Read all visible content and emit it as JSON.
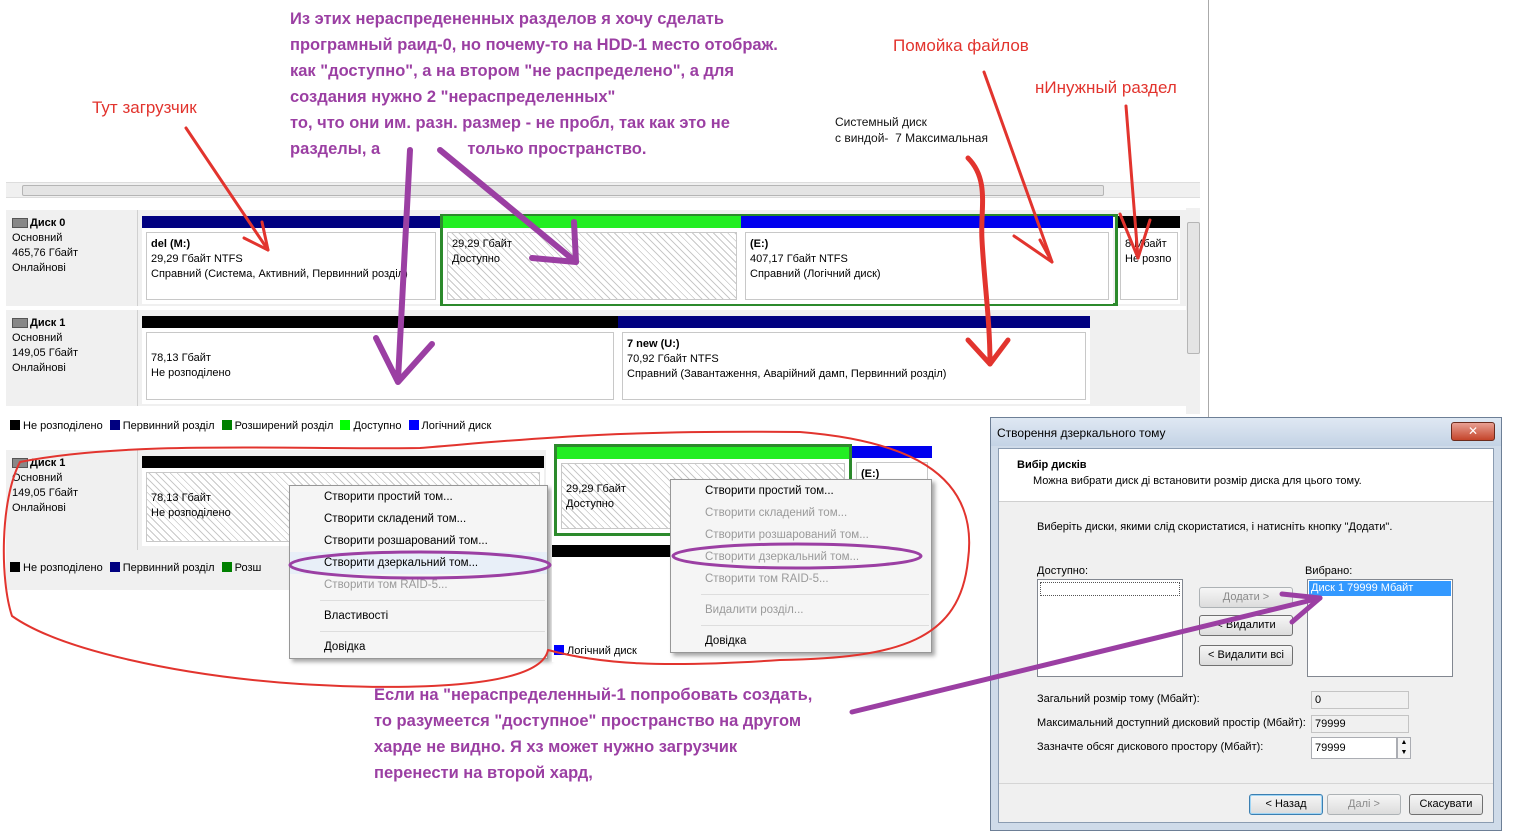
{
  "main": {
    "disk0": {
      "name": "Диск 0",
      "type": "Основний",
      "size": "465,76 Гбайт",
      "status": "Онлайнові"
    },
    "disk1": {
      "name": "Диск 1",
      "type": "Основний",
      "size": "149,05 Гбайт",
      "status": "Онлайнові"
    },
    "d0p1": {
      "title": "del  (M:)",
      "line2": "29,29 Гбайт NTFS",
      "line3": "Справний (Система, Активний, Первинний розділ)"
    },
    "d0p2": {
      "line1": "29,29 Гбайт",
      "line2": "Доступно"
    },
    "d0p3": {
      "title": "(E:)",
      "line2": "407,17 Гбайт NTFS",
      "line3": "Справний (Логічний диск)"
    },
    "d0p4": {
      "line1": "8 Мбайт",
      "line2": "Не розпо"
    },
    "d1p1": {
      "line1": "78,13 Гбайт",
      "line2": "Не розподілено"
    },
    "d1p2": {
      "title": "7 new  (U:)",
      "line2": "70,92 Гбайт NTFS",
      "line3": "Справний (Завантаження, Аварійний дамп, Первинний розділ)"
    },
    "legend": [
      "Не розподілено",
      "Первинний розділ",
      "Розширений розділ",
      "Доступно",
      "Логічний диск"
    ]
  },
  "crop2": {
    "disk1": {
      "name": "Диск 1",
      "type": "Основний",
      "size": "149,05 Гбайт",
      "status": "Онлайнові"
    },
    "p1": {
      "line1": "78,13 Гбайт",
      "line2": "Не розподілено"
    },
    "legend": [
      "Не розподілено",
      "Первинний розділ",
      "Розш"
    ],
    "menu": [
      {
        "label": "Створити простий том...",
        "enabled": true
      },
      {
        "label": "Створити складений том...",
        "enabled": true
      },
      {
        "label": "Створити розшарований том...",
        "enabled": true
      },
      {
        "label": "Створити дзеркальний том...",
        "enabled": true
      },
      {
        "label": "Створити том RAID-5...",
        "enabled": false
      },
      {
        "label": "Властивості",
        "enabled": true
      },
      {
        "label": "Довідка",
        "enabled": true
      }
    ]
  },
  "crop3": {
    "p1": {
      "line1": "29,29 Гбайт",
      "line2": "Доступно"
    },
    "p2": {
      "title": "(E:)"
    },
    "legend_tail": "Логічний диск",
    "menu": [
      {
        "label": "Створити простий том...",
        "enabled": true
      },
      {
        "label": "Створити складений том...",
        "enabled": false
      },
      {
        "label": "Створити розшарований том...",
        "enabled": false
      },
      {
        "label": "Створити дзеркальний том...",
        "enabled": false
      },
      {
        "label": "Створити том RAID-5...",
        "enabled": false
      },
      {
        "label": "Видалити розділ...",
        "enabled": false
      },
      {
        "label": "Довідка",
        "enabled": true
      }
    ]
  },
  "dialog": {
    "title": "Створення дзеркального тому",
    "close": "✕",
    "heading": "Вибір дисків",
    "subheading": "Можна вибрати диск ді встановити розмір диска для цього тому.",
    "instruction": "Виберіть диски, якими слід скористатися, і натисніть кнопку \"Додати\".",
    "available_label": "Доступно:",
    "selected_label": "Вибрано:",
    "selected_item": "Диск 1      79999 Мбайт",
    "add": "Додати >",
    "remove": "< Видалити",
    "remove_all": "< Видалити всі",
    "total_label": "Загальний розмір тому (Мбайт):",
    "total_value": "0",
    "max_label": "Максимальний доступний дисковий простір (Мбайт):",
    "max_value": "79999",
    "amount_label": "Зазначте обсяг дискового простору (Мбайт):",
    "amount_value": "79999",
    "back": "< Назад",
    "next": "Далі >",
    "cancel": "Скасувати"
  },
  "annotations": {
    "purple_top": [
      "Из этих нераспредененных разделов я хочу сделать",
      "програмный раид-0, но почему-то на HDD-1 место отображ.",
      "как \"доступно\", а на втором \"не распределено\", а для",
      "создания нужно 2 \"нераспределенных\"",
      "то, что они им. разн. размер - не пробл, так как это не",
      "разделы, а                   только пространство."
    ],
    "bootloader": "Тут загрузчик",
    "trash": "Помойка файлов",
    "unneeded": "нИнужный раздел",
    "system_disk": [
      "Системный диск",
      "с виндой-  7 Максимальная"
    ],
    "purple_bottom": [
      "Если на \"нераспределенный-1 попробовать создать,",
      "то разумеется \"доступное\" пространство на другом",
      "харде не видно. Я хз может нужно загрузчик",
      "перенести на второй хард,"
    ]
  },
  "colors": {
    "unallocated": "#000000",
    "primary": "#000080",
    "extended": "#008000",
    "free": "#00ff00",
    "logical": "#0000ff",
    "red_ink": "#e2342e",
    "purple_ink": "#9b3fa3"
  }
}
